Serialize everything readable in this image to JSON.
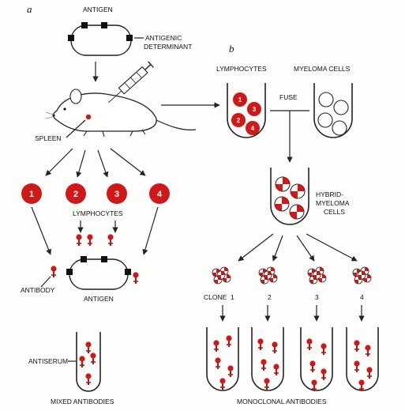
{
  "panel_a": {
    "letter": "a",
    "antigen_top": "ANTIGEN",
    "antigenic_determinant_line1": "ANTIGENIC",
    "antigenic_determinant_line2": "DETERMINANT",
    "spleen": "SPLEEN",
    "lymphocyte_numbers": [
      "1",
      "2",
      "3",
      "4"
    ],
    "lymphocytes": "LYMPHOCYTES",
    "antibody": "ANTIBODY",
    "antigen_bottom": "ANTIGEN",
    "antiserum": "ANTISERUM",
    "mixed_antibodies": "MIXED ANTIBODIES"
  },
  "panel_b": {
    "letter": "b",
    "lymphocytes": "LYMPHOCYTES",
    "myeloma_cells": "MYELOMA CELLS",
    "fuse": "FUSE",
    "tube_numbers": [
      "1",
      "3",
      "2",
      "4"
    ],
    "hybrid_line1": "HYBRID-",
    "hybrid_line2": "MYELOMA",
    "hybrid_line3": "CELLS",
    "clone_label": "CLONE",
    "clone_numbers": [
      "1",
      "2",
      "3",
      "4"
    ],
    "monoclonal_antibodies": "MONOCLONAL ANTIBODIES"
  },
  "colors": {
    "cell_red": "#d01818",
    "ink": "#222222"
  }
}
